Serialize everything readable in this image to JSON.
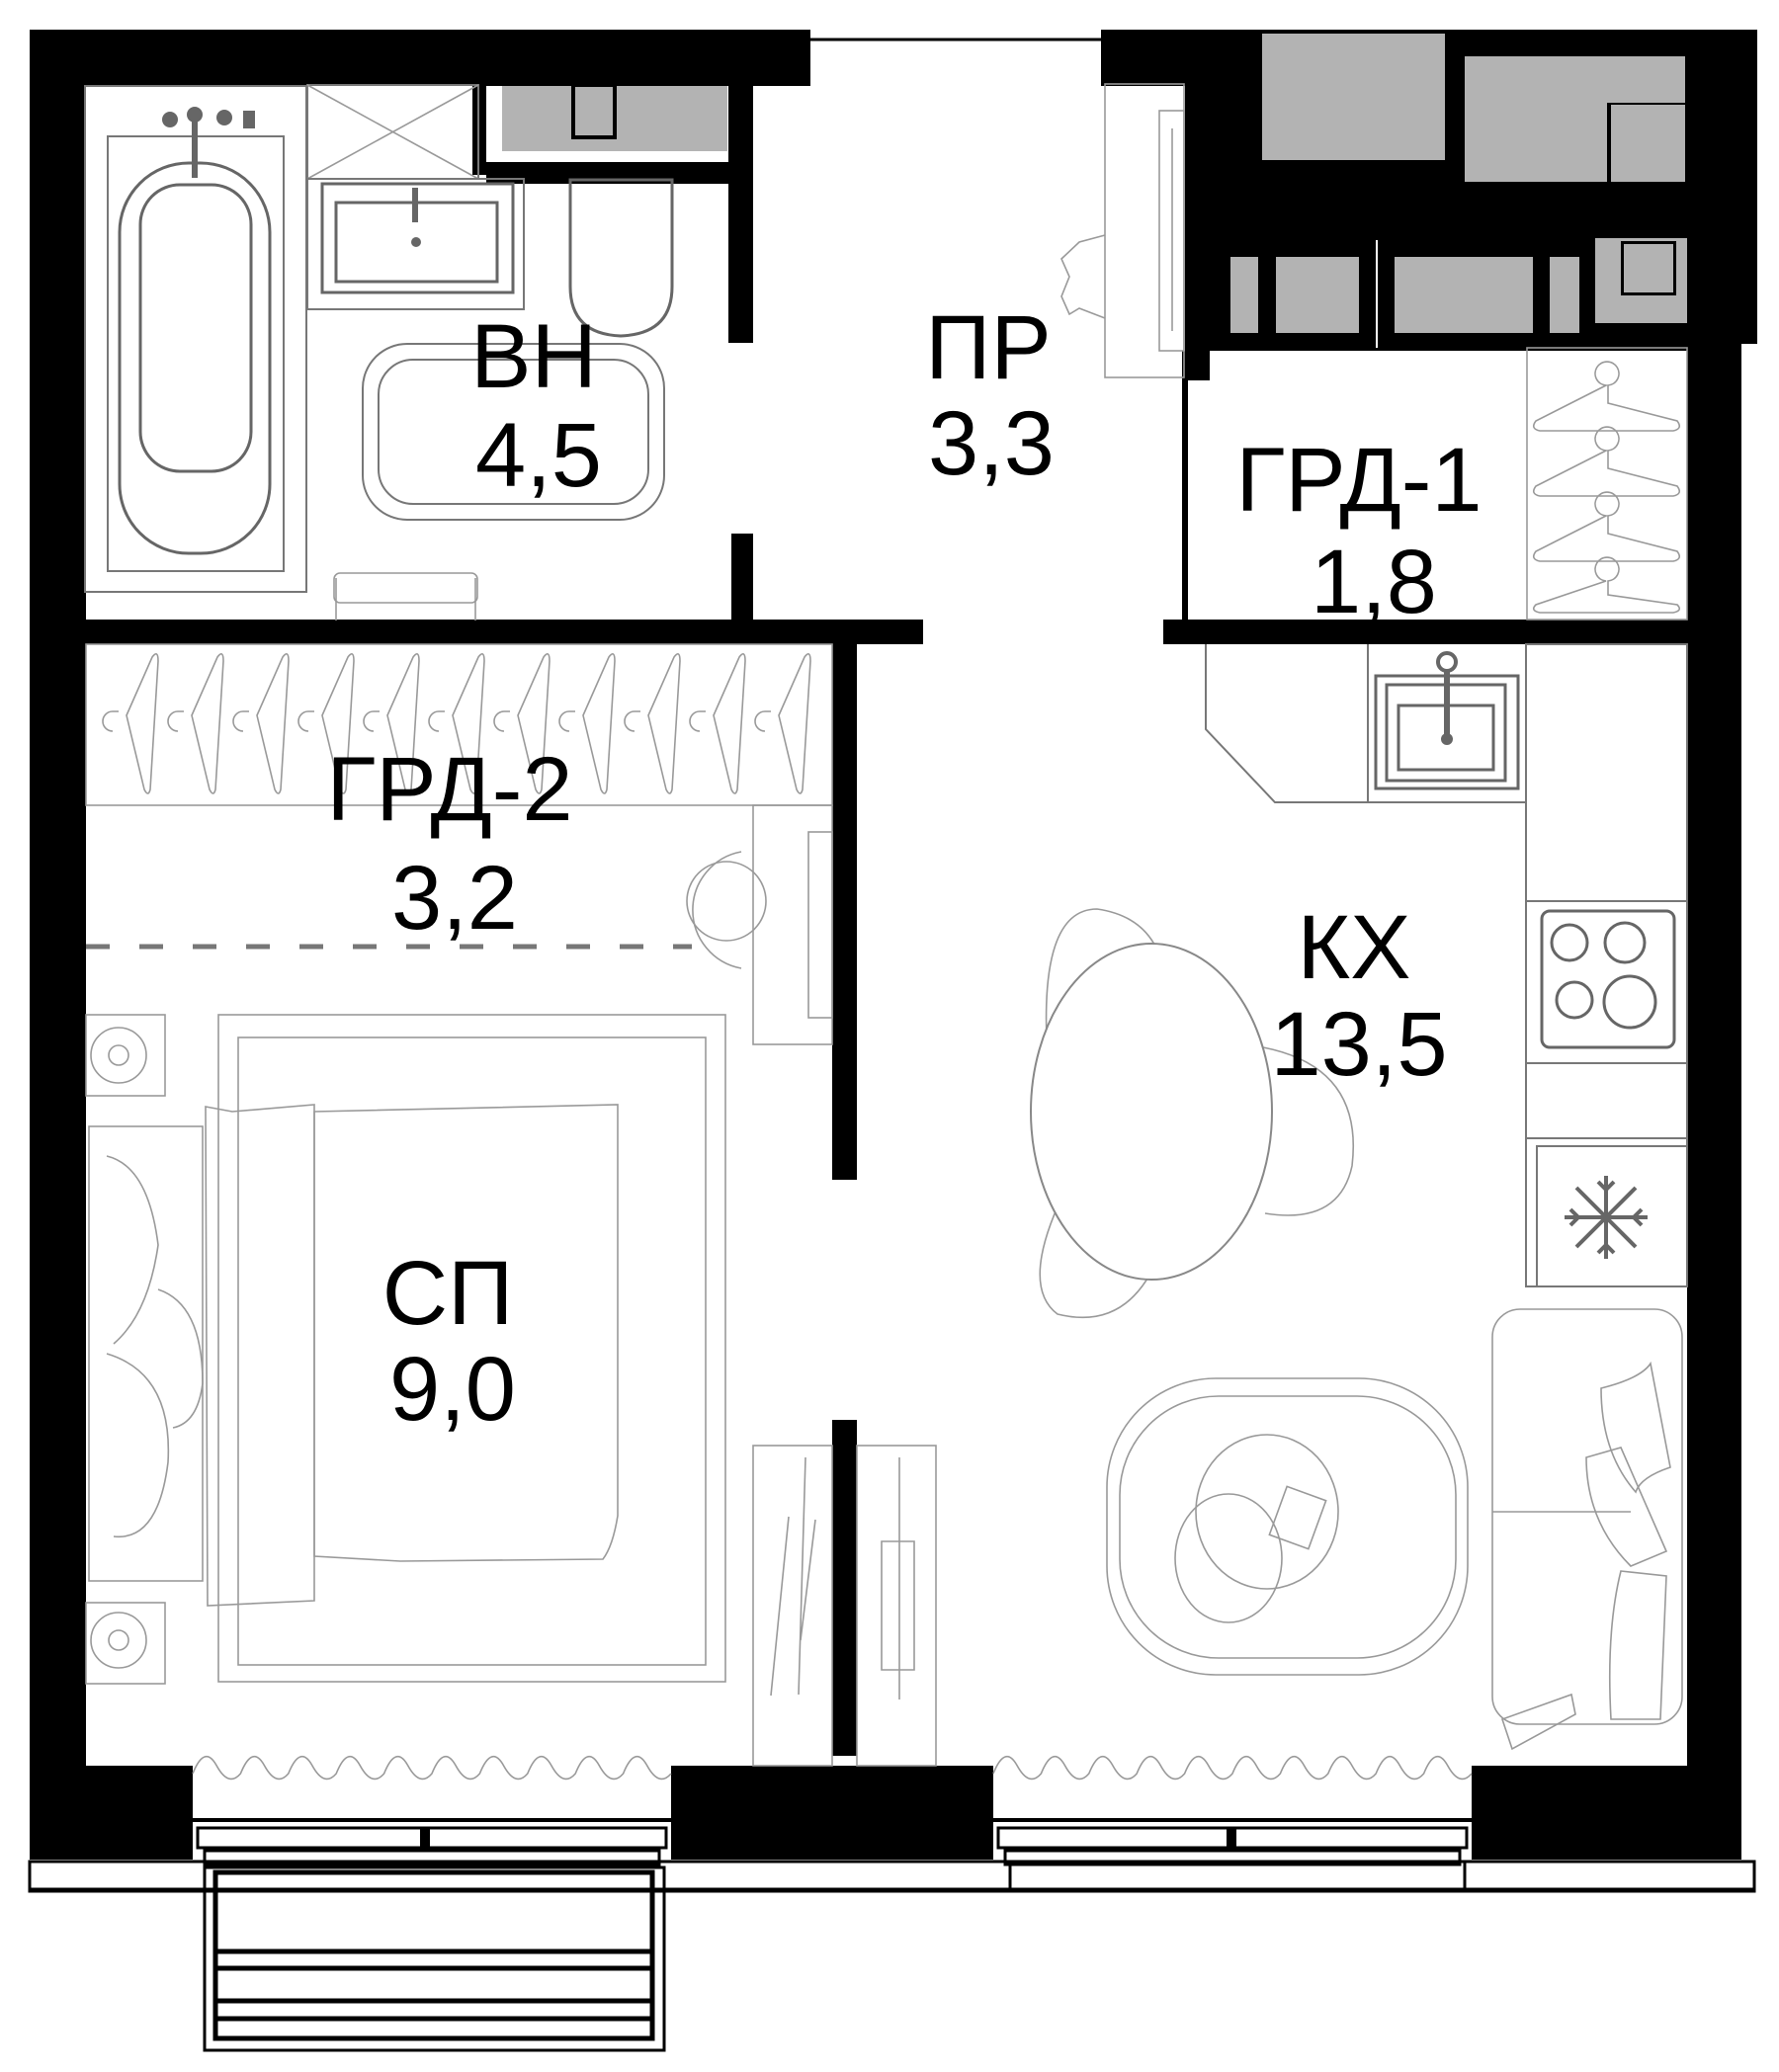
{
  "plan": {
    "type": "apartment-floor-plan",
    "units": "m²",
    "rooms": [
      {
        "id": "bathroom",
        "code": "ВН",
        "area": "4,5"
      },
      {
        "id": "hallway",
        "code": "ПР",
        "area": "3,3"
      },
      {
        "id": "wardrobe-1",
        "code": "ГРД-1",
        "area": "1,8"
      },
      {
        "id": "wardrobe-2",
        "code": "ГРД-2",
        "area": "3,2"
      },
      {
        "id": "kitchen",
        "code": "КХ",
        "area": "13,5"
      },
      {
        "id": "bedroom",
        "code": "СП",
        "area": "9,0"
      }
    ],
    "colors": {
      "wall": "#000000",
      "shaft": "#b3b3b3",
      "furniture_stroke": "#777777",
      "background": "#ffffff"
    },
    "icons": [
      "bathtub-icon",
      "shower-icon",
      "sink-icon",
      "toilet-icon",
      "bath-mat-icon",
      "towel-rail-icon",
      "coat-hanger-icon",
      "bed-icon",
      "nightstand-icon",
      "kitchen-sink-icon",
      "cooktop-icon",
      "fridge-snowflake-icon",
      "dining-table-icon",
      "chair-icon",
      "sofa-icon",
      "rug-icon",
      "coffee-table-icon",
      "tv-icon",
      "curtain-icon",
      "window-icon",
      "balcony-icon",
      "door-icon"
    ]
  }
}
